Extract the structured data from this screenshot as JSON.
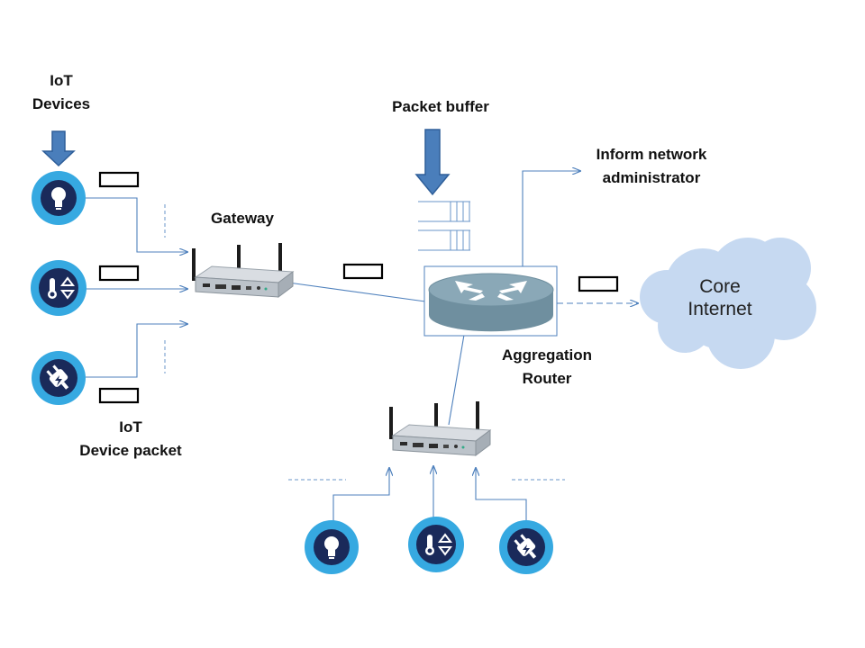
{
  "labels": {
    "iot_devices": [
      "IoT",
      "Devices"
    ],
    "packet_buffer": "Packet buffer",
    "gateway": "Gateway",
    "inform": [
      "Inform network",
      "administrator"
    ],
    "aggregation_router": [
      "Aggregation",
      "Router"
    ],
    "iot_device_packet": [
      "IoT",
      "Device packet"
    ],
    "core_internet": [
      "Core",
      "Internet"
    ]
  },
  "colors": {
    "link": "#4f81bd",
    "arrow_fill": "#4a7ebb",
    "arrow_stroke": "#2e5e99",
    "icon_circle": "#36a9e1",
    "icon_badge": "#1a2a5a",
    "cloud": "#c6d9f1",
    "router": "#7f9ead"
  },
  "icons": [
    "bulb-icon",
    "thermometer-icon",
    "plug-icon",
    "gateway-device-icon",
    "router-icon",
    "cloud-icon"
  ]
}
